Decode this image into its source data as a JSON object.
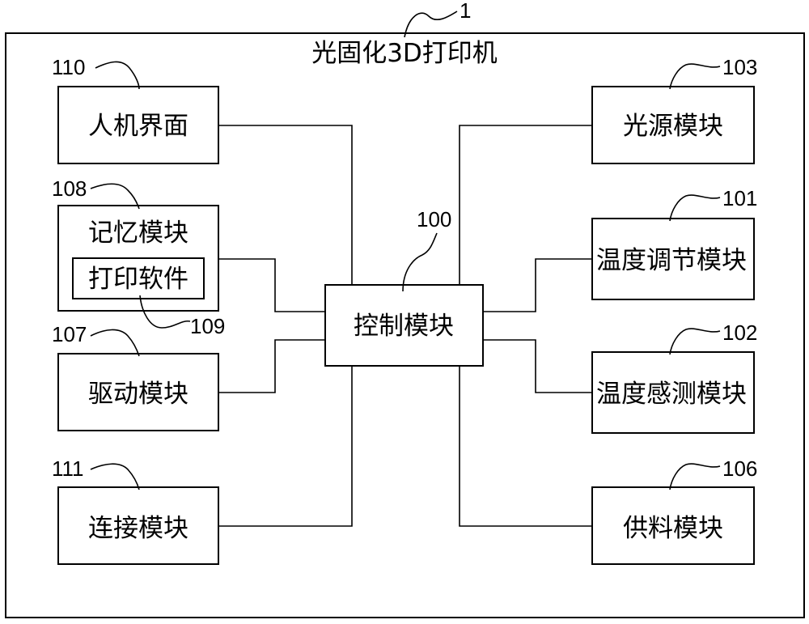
{
  "system": {
    "label": "光固化3D打印机",
    "ref": "1"
  },
  "control": {
    "label": "控制模块",
    "ref": "100"
  },
  "left_modules": [
    {
      "label": "人机界面",
      "ref": "110"
    },
    {
      "label": "记忆模块",
      "ref": "108"
    },
    {
      "label": "驱动模块",
      "ref": "107"
    },
    {
      "label": "连接模块",
      "ref": "111"
    }
  ],
  "sub_module": {
    "label": "打印软件",
    "ref": "109"
  },
  "right_modules": [
    {
      "label": "光源模块",
      "ref": "103"
    },
    {
      "label": "温度调节模块",
      "ref": "101"
    },
    {
      "label": "温度感测模块",
      "ref": "102"
    },
    {
      "label": "供料模块",
      "ref": "106"
    }
  ]
}
